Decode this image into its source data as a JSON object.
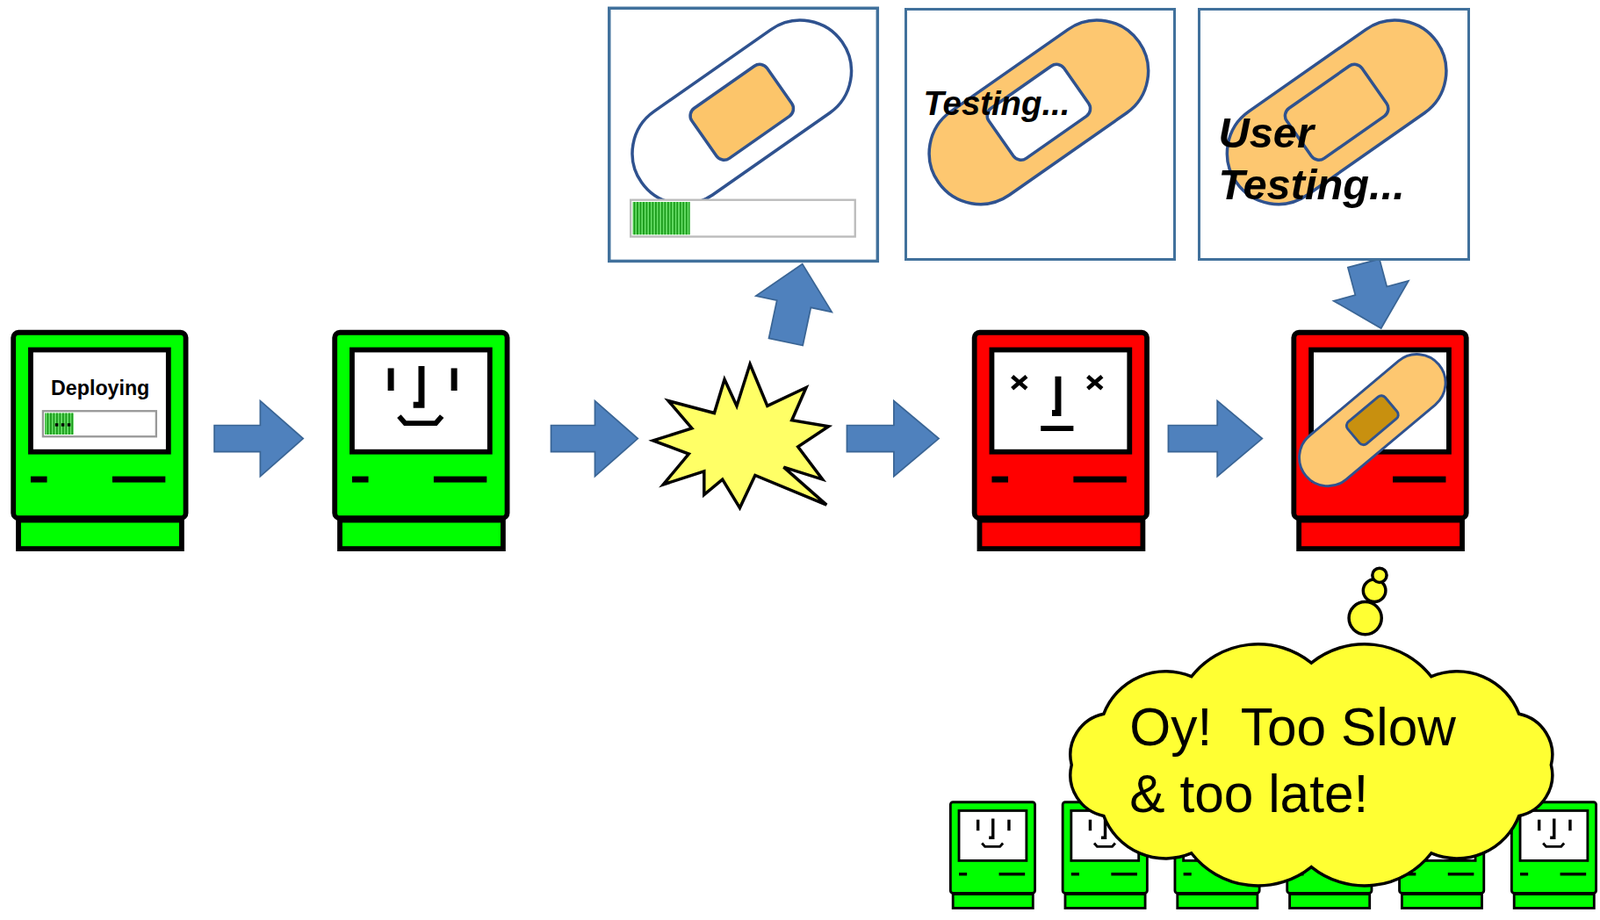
{
  "diagram": {
    "nodes": [
      {
        "text": [
          "Deploying"
        ]
      },
      {
        "text": [
          "Testing..."
        ]
      },
      {
        "text": [
          "User Testing..."
        ]
      },
      {
        "text": [
          "Oy!  Too Slow & too late!"
        ]
      }
    ]
  }
}
